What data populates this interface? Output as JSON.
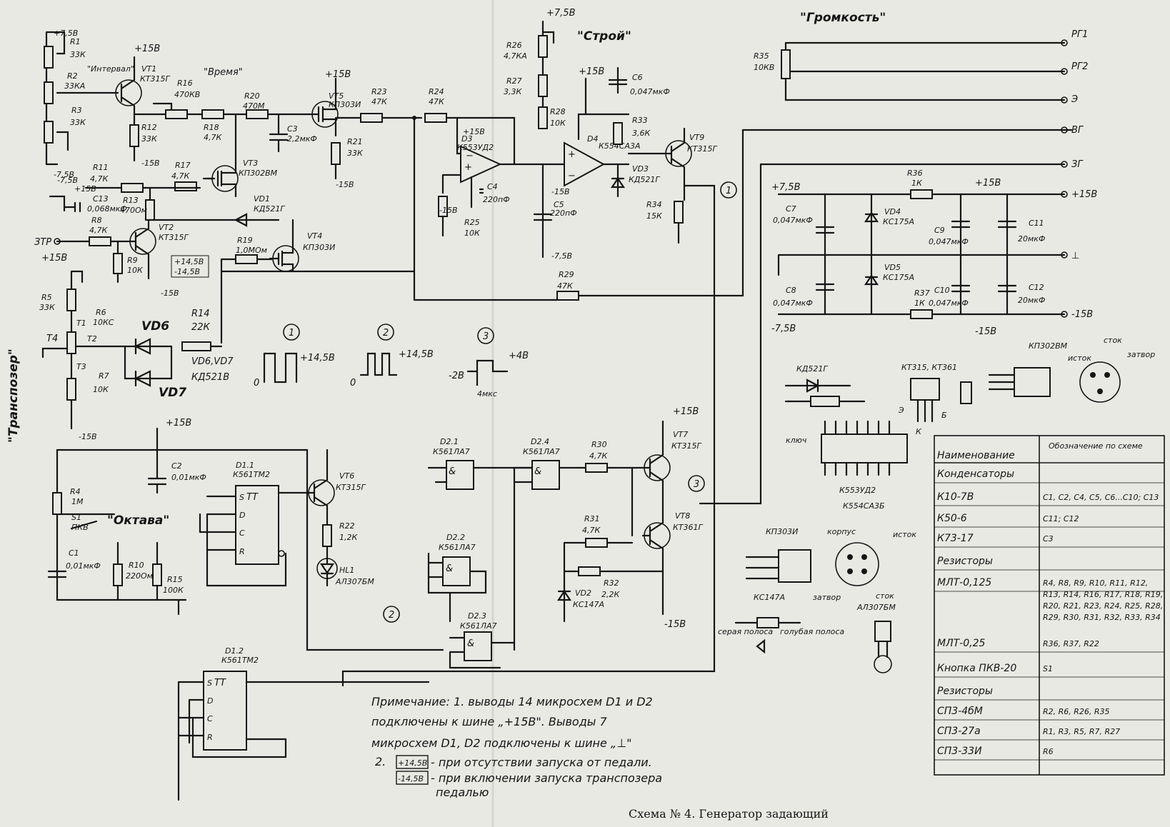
{
  "caption": "Схема № 4. Генератор задающий",
  "controls": {
    "transposer": "\"Транспозер\"",
    "interval": "\"Интервал\"",
    "time": "\"Время\"",
    "tune": "\"Строй\"",
    "volume": "\"Громкость\"",
    "octave": "\"Октава\""
  },
  "rails": {
    "p15": "+15В",
    "m15": "-15В",
    "p75": "+7,5В",
    "m75": "-7,5В",
    "p15v": "+15В",
    "m15v": "-15В"
  },
  "outputs": [
    "РГ1",
    "РГ2",
    "Э",
    "ВГ",
    "ЗГ",
    "+15В",
    "⊥",
    "-15В"
  ],
  "transistors": [
    {
      "ref": "VT1",
      "type": "КТ315Г"
    },
    {
      "ref": "VT2",
      "type": "КТ315Г"
    },
    {
      "ref": "VT3",
      "type": "КП302ВМ"
    },
    {
      "ref": "VT4",
      "type": "КП303И"
    },
    {
      "ref": "VT5",
      "type": "КП303И"
    },
    {
      "ref": "VT6",
      "type": "КТ315Г"
    },
    {
      "ref": "VT7",
      "type": "КТ315Г"
    },
    {
      "ref": "VT8",
      "type": "КТ361Г"
    },
    {
      "ref": "VT9",
      "type": "КТ315Г"
    }
  ],
  "resistors": [
    {
      "ref": "R1",
      "val": "33К"
    },
    {
      "ref": "R2",
      "val": "33КА"
    },
    {
      "ref": "R3",
      "val": "33К"
    },
    {
      "ref": "R4",
      "val": "1М"
    },
    {
      "ref": "R5",
      "val": "33К"
    },
    {
      "ref": "R6",
      "val": "10КС"
    },
    {
      "ref": "R7",
      "val": "10К"
    },
    {
      "ref": "R8",
      "val": "4,7К"
    },
    {
      "ref": "R9",
      "val": "10К"
    },
    {
      "ref": "R10",
      "val": "220Ом"
    },
    {
      "ref": "R11",
      "val": "4,7К"
    },
    {
      "ref": "R12",
      "val": "33К"
    },
    {
      "ref": "R13",
      "val": "470Ом"
    },
    {
      "ref": "R14",
      "val": "22К"
    },
    {
      "ref": "R15",
      "val": "100К"
    },
    {
      "ref": "R16",
      "val": "470КВ"
    },
    {
      "ref": "R17",
      "val": "4,7К"
    },
    {
      "ref": "R18",
      "val": "4,7К"
    },
    {
      "ref": "R19",
      "val": "1,0МОм"
    },
    {
      "ref": "R20",
      "val": "470М"
    },
    {
      "ref": "R21",
      "val": "33К"
    },
    {
      "ref": "R22",
      "val": "1,2К"
    },
    {
      "ref": "R23",
      "val": "47К"
    },
    {
      "ref": "R24",
      "val": "47К"
    },
    {
      "ref": "R25",
      "val": "10К"
    },
    {
      "ref": "R26",
      "val": "4,7КА"
    },
    {
      "ref": "R27",
      "val": "3,3К"
    },
    {
      "ref": "R28",
      "val": "10К"
    },
    {
      "ref": "R29",
      "val": "47К"
    },
    {
      "ref": "R30",
      "val": "4,7К"
    },
    {
      "ref": "R31",
      "val": "4,7К"
    },
    {
      "ref": "R32",
      "val": "2,2К"
    },
    {
      "ref": "R33",
      "val": "3,6К"
    },
    {
      "ref": "R34",
      "val": "15К"
    },
    {
      "ref": "R35",
      "val": "10КВ"
    },
    {
      "ref": "R36",
      "val": "1К"
    },
    {
      "ref": "R37",
      "val": "1К"
    }
  ],
  "capacitors": [
    {
      "ref": "C1",
      "val": "0,01мкФ"
    },
    {
      "ref": "C2",
      "val": "0,01мкФ"
    },
    {
      "ref": "C3",
      "val": "2,2мкФ"
    },
    {
      "ref": "C4",
      "val": "220пФ"
    },
    {
      "ref": "C5",
      "val": "220пФ"
    },
    {
      "ref": "C6",
      "val": "0,047мкФ"
    },
    {
      "ref": "C7",
      "val": "0,047мкФ"
    },
    {
      "ref": "C8",
      "val": "0,047мкФ"
    },
    {
      "ref": "C9",
      "val": "0,047мкФ"
    },
    {
      "ref": "C10",
      "val": "0,047мкФ"
    },
    {
      "ref": "C11",
      "val": "20мкФ"
    },
    {
      "ref": "C12",
      "val": "20мкФ"
    },
    {
      "ref": "C13",
      "val": "0,068мкФ"
    }
  ],
  "diodes": [
    {
      "ref": "VD1",
      "type": "КД521Г"
    },
    {
      "ref": "VD2",
      "type": "КС147А"
    },
    {
      "ref": "VD3",
      "type": "КД521Г"
    },
    {
      "ref": "VD4",
      "type": "КС175А"
    },
    {
      "ref": "VD5",
      "type": "КС175А"
    },
    {
      "ref": "VD6",
      "type": ""
    },
    {
      "ref": "VD7",
      "type": ""
    },
    {
      "ref": "VD6,VD7",
      "type": "КД521В"
    },
    {
      "ref": "HL1",
      "type": "АЛ307БМ"
    }
  ],
  "ics": [
    {
      "ref": "D1.1",
      "type": "К561ТМ2"
    },
    {
      "ref": "D1.2",
      "type": "К561ТМ2"
    },
    {
      "ref": "D2.1",
      "type": "К561ЛА7"
    },
    {
      "ref": "D2.2",
      "type": "К561ЛА7"
    },
    {
      "ref": "D2.3",
      "type": "К561ЛА7"
    },
    {
      "ref": "D2.4",
      "type": "К561ЛА7"
    },
    {
      "ref": "D3",
      "type": "К553УД2"
    },
    {
      "ref": "D4",
      "type": "К554СА3А"
    }
  ],
  "misc": {
    "s1": "S1",
    "s1_type": "ПКВ",
    "t4": "Т4",
    "t1": "T1",
    "t2": "T2",
    "t3": "T3",
    "ztr": "ЗТР",
    "hl": "+14,5В",
    "hl2": "-14,5В",
    "ff": "ТТ",
    "and": "&"
  },
  "waveforms": [
    {
      "num": "1",
      "label": "+14,5В",
      "zero": "0"
    },
    {
      "num": "2",
      "label": "+14,5В",
      "zero": "0"
    },
    {
      "num": "3",
      "label": "+4В",
      "neg": "-2В",
      "width": "4мкс"
    }
  ],
  "packages": {
    "kd521": "КД521Г",
    "kt315": "КТ315, КТ361",
    "kp302": "КП302ВМ",
    "kp302_pins": [
      "исток",
      "сток",
      "затвор"
    ],
    "key": "ключ",
    "dip": "К553УД2",
    "dip2": "К554СА3Б",
    "kp303": "КП303И",
    "kp303_pins": [
      "корпус",
      "исток",
      "затвор",
      "сток"
    ],
    "kc147": "КС147А",
    "kc147_bands": [
      "серая полоса",
      "голубая полоса"
    ],
    "al307": "АЛ307БМ",
    "ebk": [
      "Э",
      "Б",
      "К"
    ]
  },
  "note": {
    "line1": "Примечание: 1. выводы 14 микросхем D1 и D2",
    "line2": "подключены к шине „+15В\". Выводы 7",
    "line3": "микросхем D1, D2 подключены к шине „⊥\"",
    "line4_box": "+14,5В",
    "line4": "- при отсутствии запуска от педали.",
    "line5_box": "-14,5В",
    "line5": "- при включении запуска транспозера",
    "line6": "педалью",
    "num2": "2."
  },
  "table": {
    "headers": [
      "Наименование",
      "Обозначение по схеме"
    ],
    "rows": [
      {
        "name": "Конденсаторы",
        "refs": ""
      },
      {
        "name": "К10-7В",
        "refs": "C1, C2, C4, C5, C6...C10; C13"
      },
      {
        "name": "К50-6",
        "refs": "C11; C12"
      },
      {
        "name": "К73-17",
        "refs": "C3"
      },
      {
        "name": "Резисторы",
        "refs": ""
      },
      {
        "name": "МЛТ-0,125",
        "refs": "R4, R8, R9, R10, R11, R12, R13, R14, R16, R17, R18, R19, R20, R21, R23, R24, R25, R28, R29, R30, R31, R32, R33, R34"
      },
      {
        "name": "МЛТ-0,25",
        "refs": "R36, R37, R22"
      },
      {
        "name": "Кнопка ПКВ-20",
        "refs": "S1"
      },
      {
        "name": "Резисторы",
        "refs": ""
      },
      {
        "name": "СП3-4бМ",
        "refs": "R2, R6, R26, R35"
      },
      {
        "name": "СП3-27а",
        "refs": "R1, R3, R5, R7, R27"
      },
      {
        "name": "СП3-33И",
        "refs": "R6"
      }
    ]
  }
}
